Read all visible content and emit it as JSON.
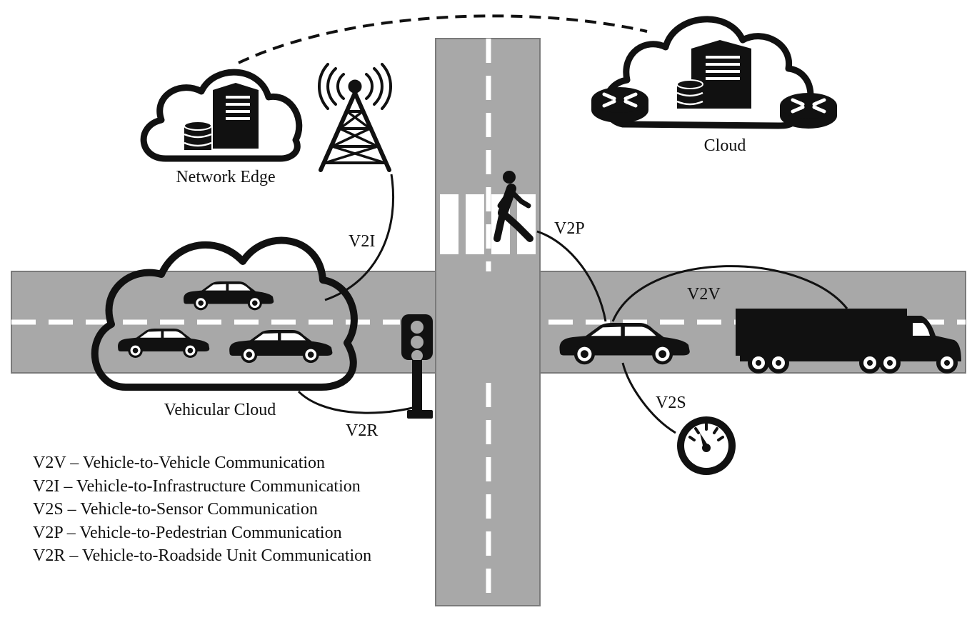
{
  "labels": {
    "network_edge": "Network Edge",
    "cloud": "Cloud",
    "vehicular_cloud": "Vehicular Cloud",
    "v2i": "V2I",
    "v2p": "V2P",
    "v2v": "V2V",
    "v2s": "V2S",
    "v2r": "V2R"
  },
  "legend": [
    "V2V – Vehicle-to-Vehicle Communication",
    "V2I – Vehicle-to-Infrastructure Communication",
    "V2S – Vehicle-to-Sensor Communication",
    "V2P – Vehicle-to-Pedestrian Communication",
    "V2R – Vehicle-to-Roadside Unit Communication"
  ],
  "colors": {
    "road": "#a8a8a8",
    "road_border": "#7a7a7a",
    "lane_marking": "#ffffff",
    "ink": "#111111"
  },
  "icons": [
    "server-icon",
    "database-icon",
    "router-icon",
    "cell-tower-icon",
    "car-icon",
    "truck-icon",
    "pedestrian-icon",
    "traffic-light-icon",
    "speedometer-icon"
  ]
}
